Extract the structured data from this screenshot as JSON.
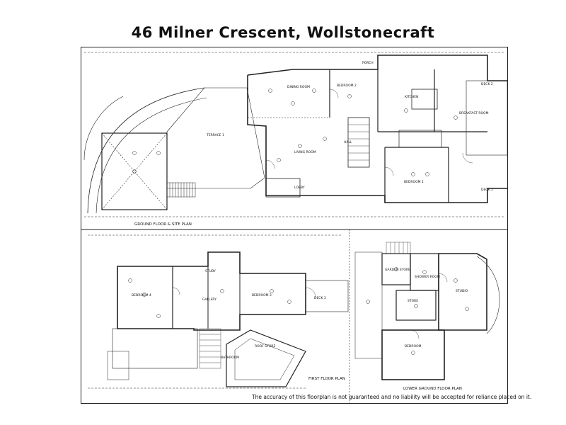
{
  "title": "46  Milner Crescent,   Wollstonecraft",
  "plans": {
    "ground": "GROUND FLOOR & SITE PLAN",
    "first": "FIRST FLOOR PLAN",
    "lower": "LOWER GROUND FLOOR PLAN"
  },
  "rooms": {
    "dining": "DINING ROOM",
    "bedroom2": "BEDROOM 2",
    "kitchen": "KITCHEN",
    "breakfast": "BREAKFAST ROOM",
    "deck2": "DECK 2",
    "deck1": "DECK 1",
    "terrace1": "TERRACE 1",
    "living": "LIVING ROOM",
    "hall": "HALL",
    "lobby": "LOBBY",
    "bedroom1": "BEDROOM 1",
    "porch": "PORCH",
    "bedroom4": "BEDROOM 4",
    "gallery": "GALLERY",
    "bedroom3": "BEDROOM 3",
    "deck3": "DECK 3",
    "study": "STUDY",
    "bathroom": "BATHROOM",
    "roof_store": "ROOF STORE",
    "garden_store": "GARDEN STORE",
    "shower_room": "SHOWER ROOM",
    "store": "STORE",
    "studio": "STUDIO",
    "bedroom5": "BEDROOM"
  },
  "disclaimer": "The accuracy of this floorplan is not guaranteed and no liability will be accepted for reliance placed on it."
}
